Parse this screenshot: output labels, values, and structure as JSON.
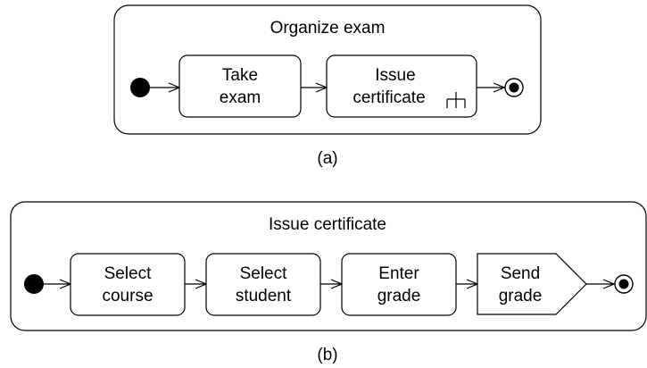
{
  "diagram_a": {
    "title": "Organize exam",
    "caption": "(a)",
    "actions": [
      {
        "line1": "Take",
        "line2": "exam"
      },
      {
        "line1": "Issue",
        "line2": "certificate"
      }
    ]
  },
  "diagram_b": {
    "title": "Issue certificate",
    "caption": "(b)",
    "actions": [
      {
        "line1": "Select",
        "line2": "course"
      },
      {
        "line1": "Select",
        "line2": "student"
      },
      {
        "line1": "Enter",
        "line2": "grade"
      }
    ],
    "send_signal": {
      "line1": "Send",
      "line2": "grade"
    }
  }
}
